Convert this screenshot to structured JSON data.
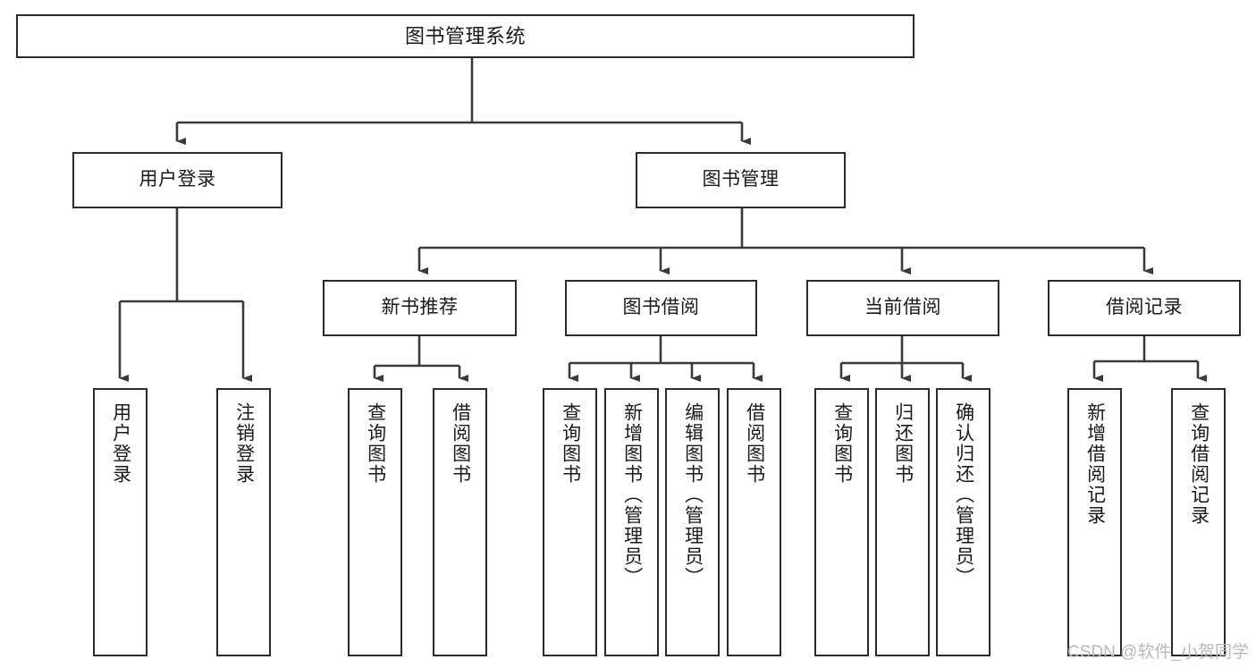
{
  "diagram": {
    "title": "图书管理系统",
    "type": "tree-hierarchy-chart",
    "watermark": "CSDN @软件_小贺同学",
    "colors": {
      "box_border": "#2b2b2b",
      "box_fill": "#ffffff",
      "connector": "#3a3a3a",
      "text": "#1a1a1a",
      "watermark": "#b9b9b9"
    },
    "nodes": {
      "root": {
        "label": "图书管理系统"
      },
      "level2": [
        {
          "label": "用户登录"
        },
        {
          "label": "图书管理"
        }
      ],
      "level3": [
        {
          "label": "新书推荐"
        },
        {
          "label": "图书借阅"
        },
        {
          "label": "当前借阅"
        },
        {
          "label": "借阅记录"
        }
      ],
      "leaves": {
        "user_login": [
          {
            "label": "用户登录"
          },
          {
            "label": "注销登录"
          }
        ],
        "new_book_recommend": [
          {
            "label": "查询图书"
          },
          {
            "label": "借阅图书"
          }
        ],
        "book_borrow": [
          {
            "label": "查询图书"
          },
          {
            "label": "新增图书（管理员）"
          },
          {
            "label": "编辑图书（管理员）"
          },
          {
            "label": "借阅图书"
          }
        ],
        "current_borrow": [
          {
            "label": "查询图书"
          },
          {
            "label": "归还图书"
          },
          {
            "label": "确认归还（管理员）"
          }
        ],
        "borrow_record": [
          {
            "label": "新增借阅记录"
          },
          {
            "label": "查询借阅记录"
          }
        ]
      }
    }
  }
}
